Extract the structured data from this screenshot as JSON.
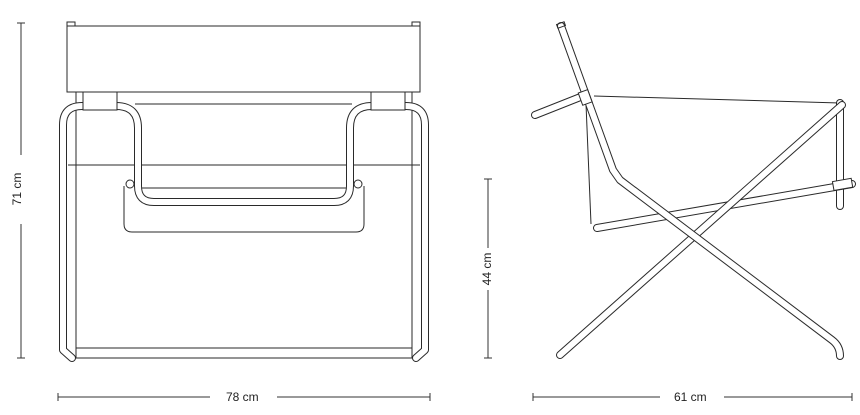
{
  "front_view": {
    "height_label": "71 cm",
    "width_label": "78 cm"
  },
  "side_view": {
    "height_label": "44 cm",
    "depth_label": "61 cm"
  },
  "line_color": "#2a2a2a"
}
